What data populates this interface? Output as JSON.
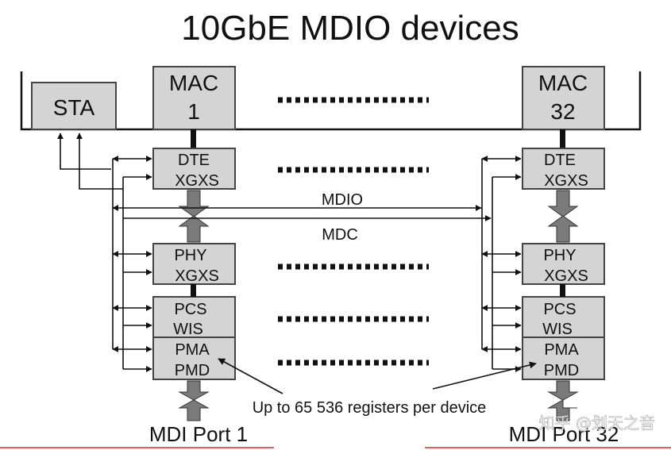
{
  "title": "10GbE MDIO devices",
  "left_stack": {
    "sta": "STA",
    "mac": [
      "MAC",
      "1"
    ],
    "dte": [
      "DTE",
      "XGXS"
    ],
    "phy": [
      "PHY",
      "XGXS"
    ],
    "pcs": [
      "PCS",
      "WIS"
    ],
    "pma": [
      "PMA",
      "PMD"
    ],
    "port": "MDI Port 1"
  },
  "right_stack": {
    "mac": [
      "MAC",
      "32"
    ],
    "dte": [
      "DTE",
      "XGXS"
    ],
    "phy": [
      "PHY",
      "XGXS"
    ],
    "pcs": [
      "PCS",
      "WIS"
    ],
    "pma": [
      "PMA",
      "PMD"
    ],
    "port": "MDI Port 32"
  },
  "bus_labels": {
    "mdio": "MDIO",
    "mdc": "MDC"
  },
  "annotation": "Up to 65 536 registers per device",
  "watermark": "知乎 @划天之音",
  "colors": {
    "block_fill": "#d4d4d4",
    "block_stroke": "#444444",
    "line": "#111111",
    "accent_red": "#d32f2f",
    "arrow_fill": "#7a7a7a"
  }
}
